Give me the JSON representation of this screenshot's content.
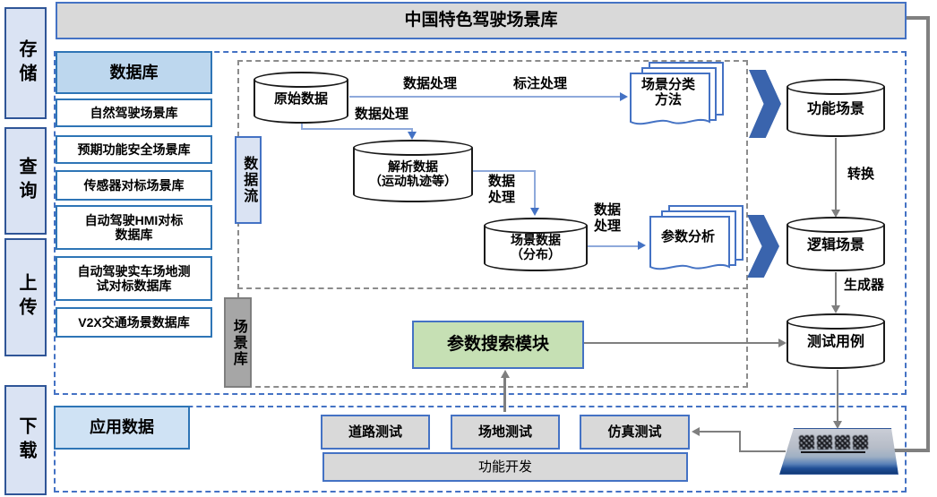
{
  "title": "中国特色驾驶场景库",
  "left_rail": {
    "items": [
      "存储",
      "查询",
      "上传",
      "下载"
    ]
  },
  "database_panel": {
    "header": "数据库",
    "items": [
      "自然驾驶场景库",
      "预期功能安全场景库",
      "传感器对标场景库",
      "自动驾驶HMI对标\n数据库",
      "自动驾驶实车场地测\n试对标数据库",
      "V2X交通场景数据库"
    ]
  },
  "rail_labels": {
    "data_flow": "数据流",
    "scenario_library": "场景库"
  },
  "pipeline": {
    "raw_data": "原始数据",
    "parsed_data": "解析数据\n（运动轨迹等）",
    "scene_data": "场景数据\n（分布）",
    "classification": "场景分类\n方法",
    "param_analysis": "参数分析",
    "search_module": "参数搜索模块"
  },
  "edge_labels": {
    "process_top": "数据处理",
    "annotate": "标注处理",
    "process_mid": "数据处理",
    "process_v1": "数据\n处理",
    "process_v2": "数据\n处理",
    "convert": "转换",
    "generator": "生成器"
  },
  "right_column": {
    "functional": "功能场景",
    "logical": "逻辑场景",
    "test_case": "测试用例"
  },
  "application": {
    "header": "应用数据",
    "road_test": "道路测试",
    "field_test": "场地测试",
    "sim_test": "仿真测试",
    "func_dev": "功能开发"
  },
  "colors": {
    "accent_blue": "#4472c4",
    "light_blue_fill": "#dae3f3",
    "header_blue_fill": "#bdd7ee",
    "panel_gray_fill": "#d9d9d9",
    "green_fill": "#c6e0b4",
    "gray_label_fill": "#a6a6a6",
    "chevron_blue": "#3a64ad",
    "flow_line_blue": "#8ea9db",
    "gray_line": "#7f7f7f"
  }
}
